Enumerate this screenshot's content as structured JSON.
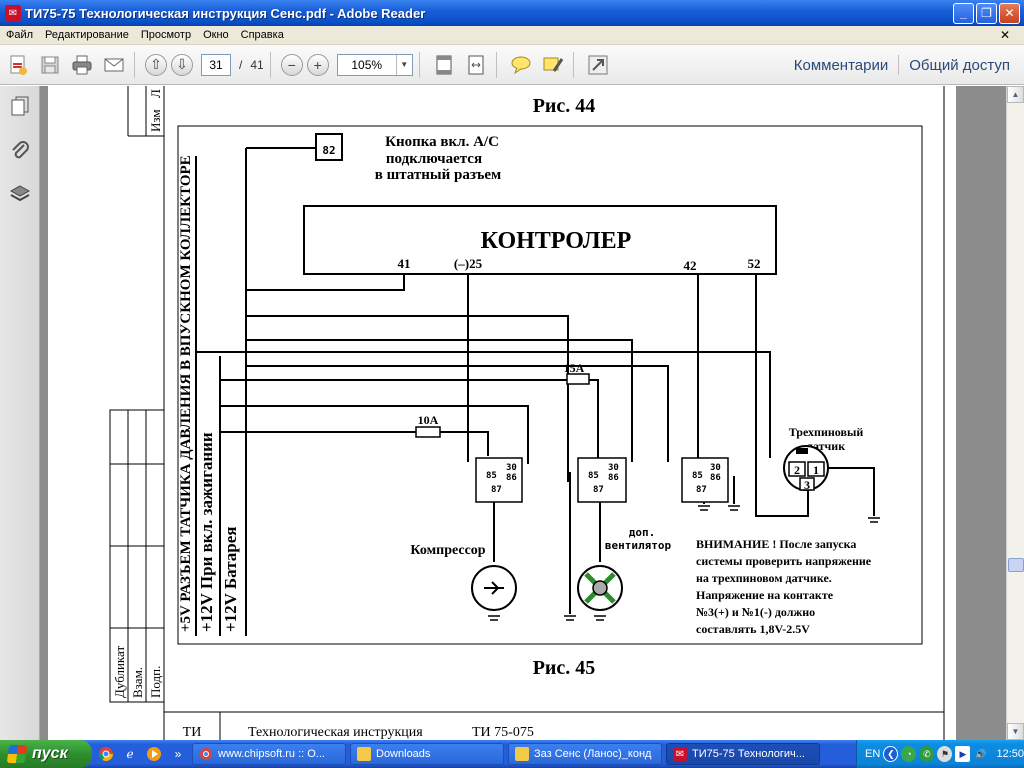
{
  "window": {
    "title": "ТИ75-75 Технологическая инструкция Сенс.pdf - Adobe Reader",
    "app_icon": "pdf-icon",
    "minimize": "_",
    "maximize": "❐",
    "close": "✕"
  },
  "menu": {
    "items": [
      "Файл",
      "Редактирование",
      "Просмотр",
      "Окно",
      "Справка"
    ],
    "close_glyph": "✕"
  },
  "toolbar": {
    "page_current": "31",
    "page_separator": "/",
    "page_total": "41",
    "zoom": "105%",
    "comments_label": "Комментарии",
    "share_label": "Общий доступ"
  },
  "document": {
    "fig44_caption": "Рис. 44",
    "fig45_caption": "Рис. 45",
    "stamp_top": [
      "Изм",
      "Л"
    ],
    "stamp_left": [
      "Дубликат",
      "Взам.",
      "Подп."
    ],
    "footer_left": "ТИ",
    "footer_text": "Технологическая инструкция",
    "footer_code": "ТИ 75-075",
    "diagram": {
      "ac_button_line1": "Кнопка вкл. А/С",
      "ac_button_line2": "подключается",
      "ac_button_line3": "в штатный разъем",
      "pin_82": "82",
      "controller": "КОНТРОЛЕР",
      "pin_41": "41",
      "pin_25": "(–)25",
      "pin_42": "42",
      "pin_52": "52",
      "bus_5v": "+5V РАЗЪЕМ ТАТЧИКА ДАВЛЕНИЯ В ВПУСКНОМ КОЛЛЕКТОРЕ",
      "bus_12v_ign": "+12V При вкл. зажигании",
      "bus_12v_bat": "+12V Батарея",
      "fuse_15a": "15A",
      "fuse_10a": "10A",
      "relay_pins": [
        "85",
        "30",
        "86",
        "87"
      ],
      "sensor_title_1": "Трехпиновый",
      "sensor_title_2": "датчик",
      "sensor_pins": [
        "2",
        "1",
        "3"
      ],
      "compressor": "Компрессор",
      "fan_1": "доп.",
      "fan_2": "вентилятор",
      "warning": [
        "ВНИМАНИЕ ! После запуска",
        "системы проверить напряжение",
        "на трехпиновом датчике.",
        "Напряжение на контакте",
        "№3(+) и №1(-) должно",
        "составлять 1,8V-2.5V"
      ]
    }
  },
  "taskbar": {
    "start_label": "пуск",
    "chevron": "»",
    "tasks": [
      {
        "label": "www.chipsoft.ru :: О...",
        "icon": "chrome-icon"
      },
      {
        "label": "Downloads",
        "icon": "folder-icon"
      },
      {
        "label": "Заз Сенс (Ланос)_конд",
        "icon": "folder-icon"
      },
      {
        "label": "ТИ75-75 Технологич...",
        "icon": "pdf-icon"
      }
    ],
    "lang": "EN",
    "clock": "12:50"
  }
}
